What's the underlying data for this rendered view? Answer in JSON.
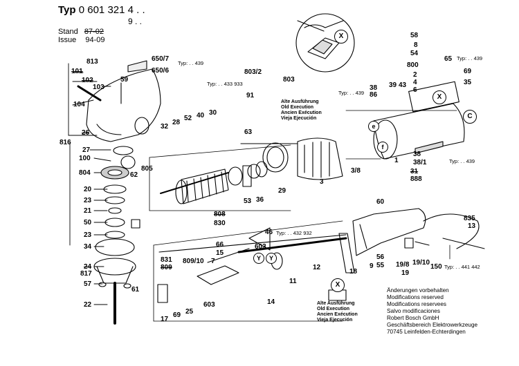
{
  "header": {
    "typ_label": "Typ",
    "typ_number": "0 601 321 4 . .",
    "typ_variant": "9 . .",
    "stand_label": "Stand",
    "stand_value_old": "87-02",
    "stand_value": "",
    "issue_label": "Issue",
    "issue_value": "94-09"
  },
  "part_labels": {
    "p813": "813",
    "p101": "101",
    "p102": "102",
    "p103": "103",
    "p104": "104",
    "p59": "59",
    "p650_7": "650/7",
    "p650_6": "650/6",
    "p816": "816",
    "p26": "26",
    "p27": "27",
    "p100": "100",
    "p804": "804",
    "p805": "805",
    "p62": "62",
    "p20": "20",
    "p23a": "23",
    "p21": "21",
    "p50": "50",
    "p23b": "23",
    "p34": "34",
    "p24": "24",
    "p817": "817",
    "p57": "57",
    "p61": "61",
    "p22": "22",
    "p32": "32",
    "p28": "28",
    "p52": "52",
    "p40": "40",
    "p30": "30",
    "p803_2": "803/2",
    "p803": "803",
    "p91": "91",
    "p63": "63",
    "p38a": "38",
    "p86": "86",
    "p39": "39",
    "p43": "43",
    "p58": "58",
    "p8": "8",
    "p54": "54",
    "p65": "65",
    "p800": "800",
    "p2": "2",
    "p69a": "69",
    "p4": "4",
    "p6": "6",
    "p35": "35",
    "p3": "3",
    "p3_8": "3/8",
    "p1": "1",
    "p38b": "38",
    "p38_1": "38/1",
    "p31": "31",
    "p888": "888",
    "p29": "29",
    "p53": "53",
    "p36": "36",
    "p808": "808",
    "p830": "830",
    "p60": "60",
    "p835": "835",
    "p13": "13",
    "p46": "46",
    "p66": "66",
    "p15": "15",
    "p603a": "603",
    "p831": "831",
    "p809": "809",
    "p809_10": "809/10",
    "p7": "7",
    "p12": "12",
    "p18": "18",
    "p9": "9",
    "p55": "55",
    "p56": "56",
    "p19_8": "19/8",
    "p19": "19",
    "p19_10": "19/10",
    "p150": "150",
    "p11": "11",
    "p14": "14",
    "p17": "17",
    "p69b": "69",
    "p25": "25",
    "p603b": "603"
  },
  "circle_labels": {
    "x1": "X",
    "x2": "X",
    "c": "C",
    "e": "e",
    "f": "f",
    "y": "Y",
    "y2": "Y",
    "x3": "X"
  },
  "typ_notes": {
    "t439a": "Typ: . . 439",
    "t433": "Typ: . . 433 933",
    "t439b": "Typ: . . 439",
    "t439c": "Typ: . . 439",
    "t439d": "Typ: . . 439",
    "t432": "Typ: . . 432 932",
    "t441": "Typ: . . 441 442"
  },
  "old_execution_1": [
    "Alte Ausführung",
    "Old Execution",
    "Ancien Exécution",
    "Vieja Ejecución"
  ],
  "old_execution_2": [
    "Alte Ausführung",
    "Old Execution",
    "Ancien Exécution",
    "Vieja Ejecución"
  ],
  "footer": {
    "lines": [
      "Änderungen vorbehalten",
      "Modifications reserved",
      "Modifications reservees",
      "Salvo modificaciones",
      "Robert Bosch GmbH",
      "Geschäftsbereich Elektrowerkzeuge",
      "70745 Leinfelden-Echterdingen"
    ]
  }
}
